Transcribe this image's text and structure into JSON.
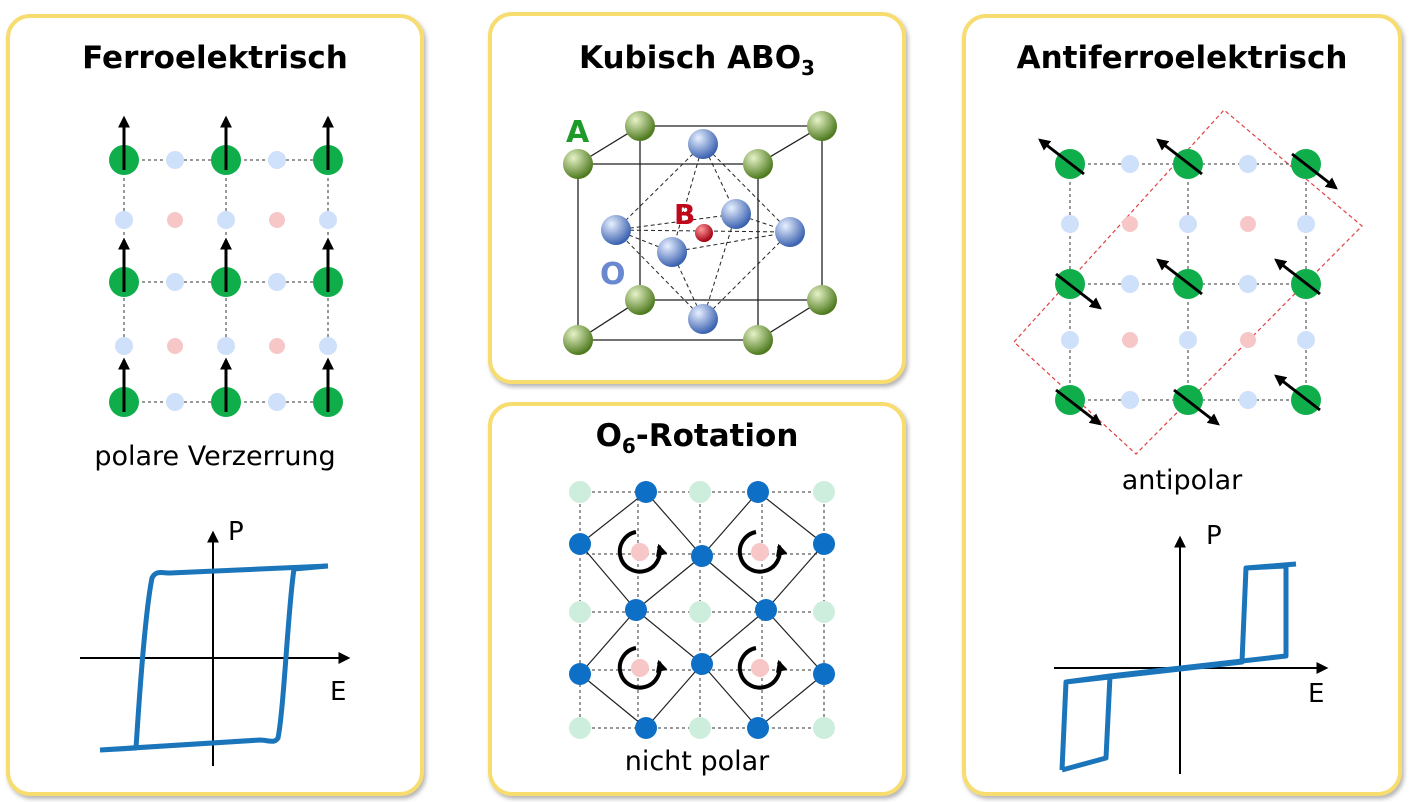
{
  "ferro": {
    "title": "Ferroelektrisch",
    "caption": "polare Verzerrung",
    "axis_p": "P",
    "axis_e": "E"
  },
  "cubic": {
    "title_main": "Kubisch ABO",
    "title_sub": "3",
    "label_a": "A",
    "label_b": "B",
    "label_o": "O"
  },
  "rotation": {
    "title_main": "O",
    "title_sub": "6",
    "title_rest": "-Rotation",
    "caption": "nicht polar"
  },
  "antiferro": {
    "title": "Antiferroelektrisch",
    "caption": "antipolar",
    "axis_p": "P",
    "axis_e": "E"
  },
  "colors": {
    "green_atom": "#0fae4a",
    "light_blue_atom": "#cfe0fa",
    "pink_atom": "#f7c7c7",
    "loop_blue": "#1b75bb",
    "dark_blue_atom": "#0d6fc6",
    "dashed_red": "#e04040",
    "border_yellow": "#f7dc6f"
  }
}
